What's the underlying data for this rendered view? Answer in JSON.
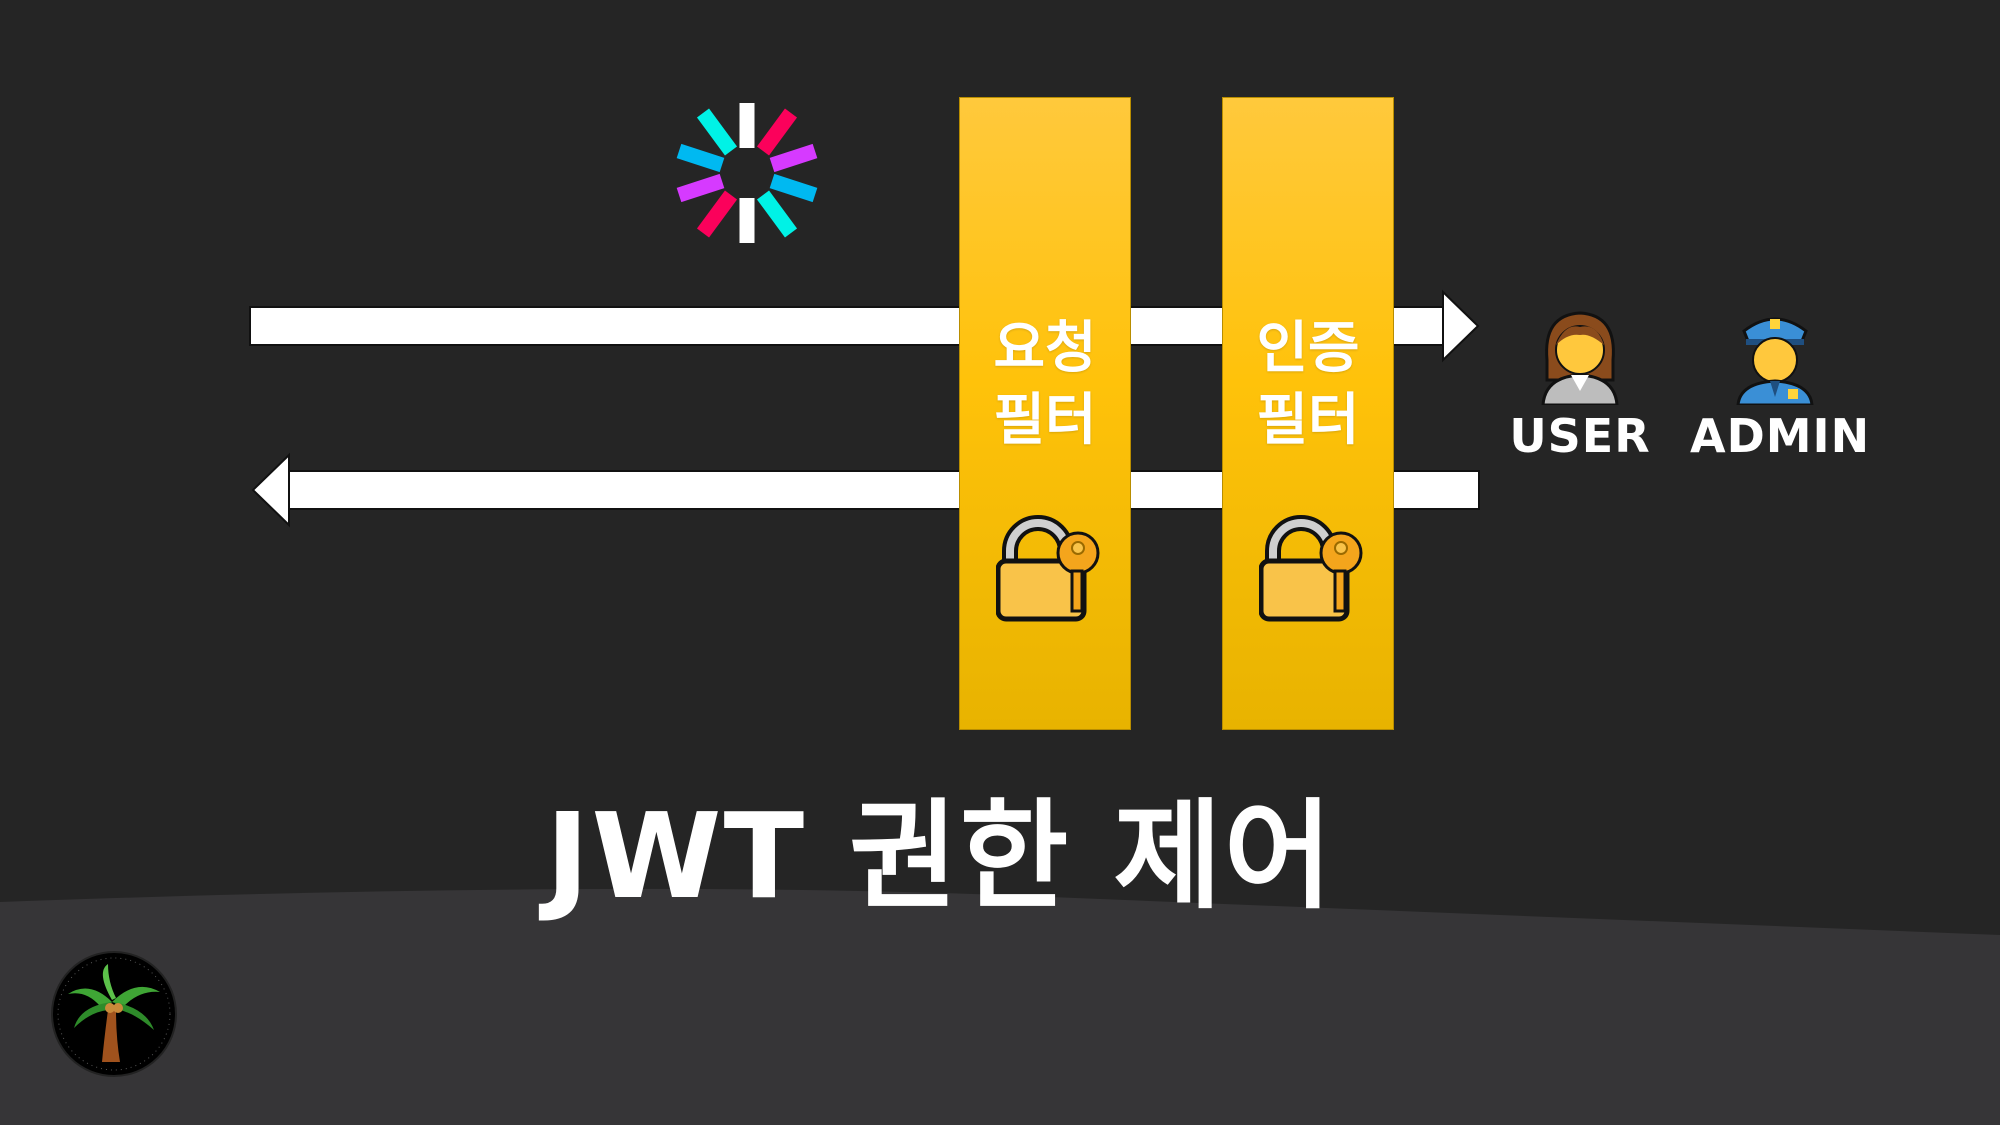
{
  "title": "JWT 권한 제어",
  "filters": [
    {
      "line1": "요청",
      "line2": "필터"
    },
    {
      "line1": "인증",
      "line2": "필터"
    }
  ],
  "roles": [
    {
      "label": "USER",
      "icon": "woman-office-worker-icon"
    },
    {
      "label": "ADMIN",
      "icon": "police-officer-icon"
    }
  ],
  "icons": {
    "jwt_logo": "jwt-logo-icon",
    "lock": "locked-with-key-icon",
    "channel_logo": "palm-tree-icon"
  },
  "colors": {
    "background": "#252525",
    "bottom_band": "#363537",
    "filter": "#ffc20a",
    "arrow": "#ffffff"
  }
}
